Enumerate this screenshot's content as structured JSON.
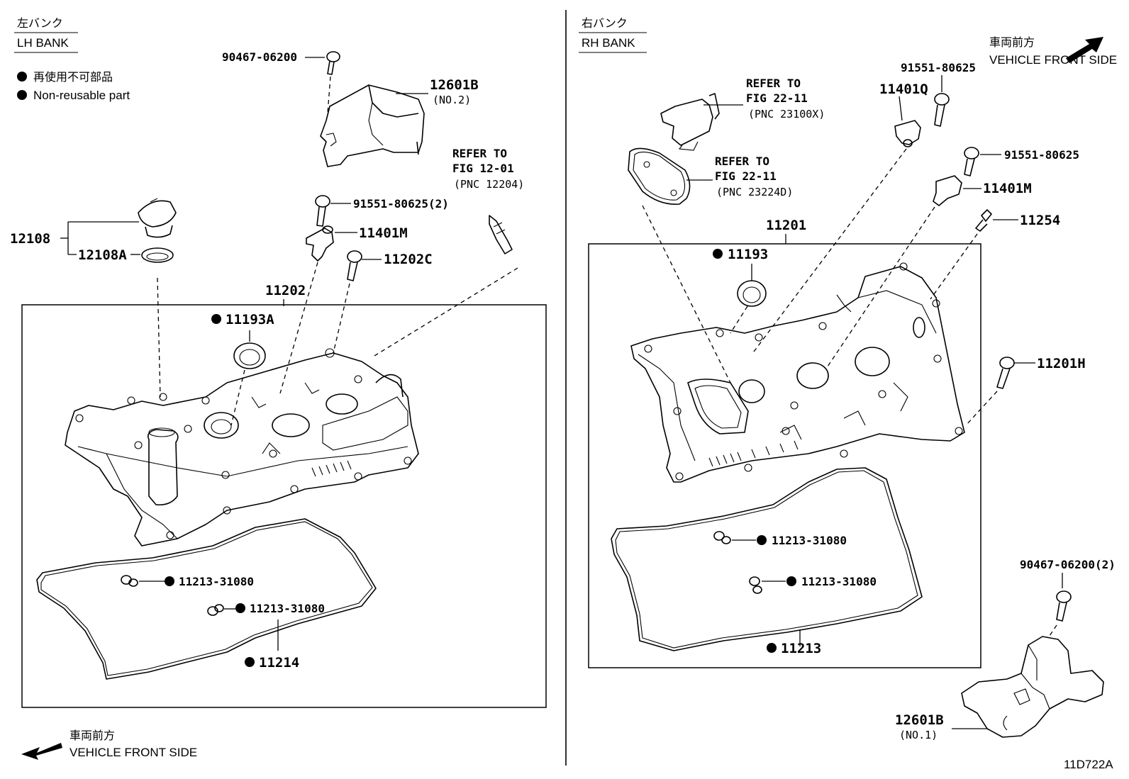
{
  "lh_header": {
    "jp": "左バンク",
    "en": "LH BANK"
  },
  "rh_header": {
    "jp": "右バンク",
    "en": "RH BANK"
  },
  "legend": {
    "jp": "再使用不可部品",
    "en": "Non-reusable part"
  },
  "vehicle_front_top": {
    "jp": "車両前方",
    "en": "VEHICLE FRONT SIDE"
  },
  "vehicle_front_bottom": {
    "jp": "車両前方",
    "en": "VEHICLE FRONT SIDE"
  },
  "figure_id": "11D722A",
  "lh_labels": {
    "bolt_top": "90467-06200",
    "cover_no2": "12601B",
    "cover_no2_sub": "(NO.2)",
    "refer1": "REFER TO",
    "refer2": "FIG 12-01",
    "refer3": "(PNC 12204)",
    "bolt_91551": "91551-80625(2)",
    "sensor": "11401M",
    "stud": "11202C",
    "cap": "12108",
    "cap_gasket": "12108A",
    "cover": "11202",
    "seal": "11193A",
    "gasket_plug1": "11213-31080",
    "gasket_plug2": "11213-31080",
    "gasket": "11214"
  },
  "rh_labels": {
    "refer_a1": "REFER TO",
    "refer_a2": "FIG 22-11",
    "refer_a3": "(PNC 23100X)",
    "refer_b1": "REFER TO",
    "refer_b2": "FIG 22-11",
    "refer_b3": "(PNC 23224D)",
    "bolt_a": "91551-80625",
    "sensor_q": "11401Q",
    "bolt_b": "91551-80625",
    "sensor_m": "11401M",
    "vent": "11254",
    "cover": "11201",
    "seal": "11193",
    "stud": "11201H",
    "gasket_plug1": "11213-31080",
    "gasket_plug2": "11213-31080",
    "gasket": "11213",
    "bolt_bottom": "90467-06200(2)",
    "cover_no1": "12601B",
    "cover_no1_sub": "(NO.1)"
  }
}
